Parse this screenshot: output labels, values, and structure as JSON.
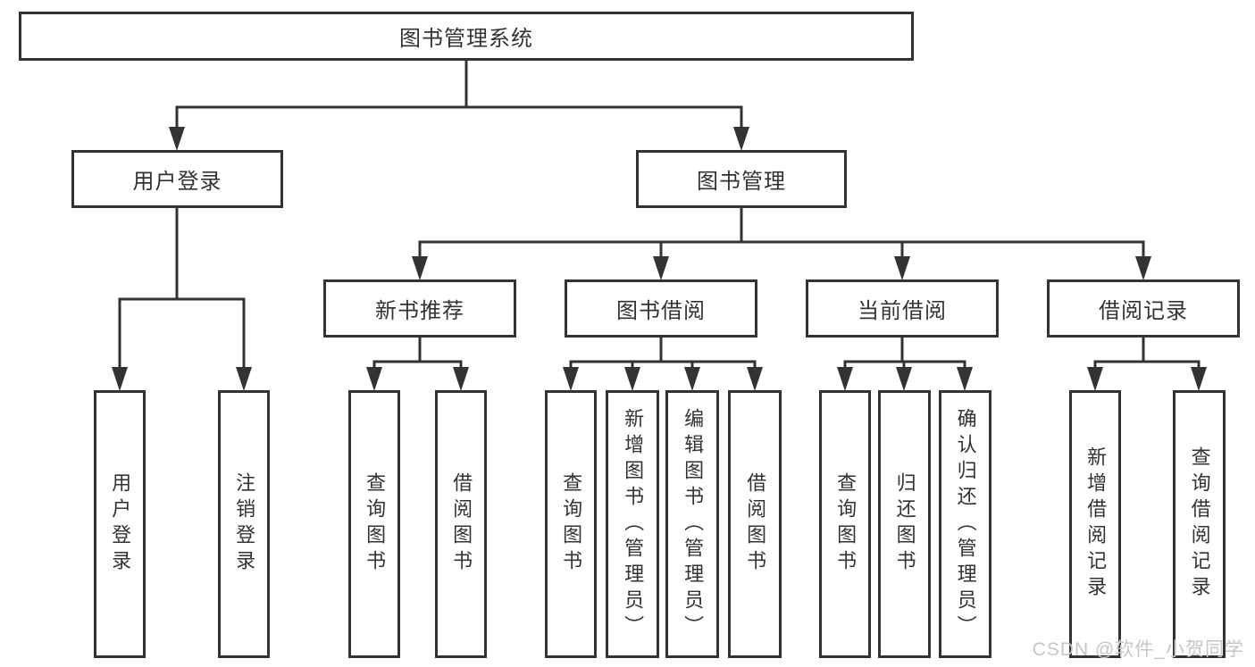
{
  "tree": {
    "root": {
      "label": "图书管理系统"
    },
    "level2": [
      {
        "label": "用户登录"
      },
      {
        "label": "图书管理"
      }
    ],
    "level3": [
      {
        "label": "新书推荐"
      },
      {
        "label": "图书借阅"
      },
      {
        "label": "当前借阅"
      },
      {
        "label": "借阅记录"
      }
    ],
    "leaves": {
      "user_login": [
        {
          "label": "用户登录"
        },
        {
          "label": "注销登录"
        }
      ],
      "new_book_recommend": [
        {
          "label": "查询图书"
        },
        {
          "label": "借阅图书"
        }
      ],
      "book_borrow": [
        {
          "label": "查询图书"
        },
        {
          "label": "新增图书（管理员）"
        },
        {
          "label": "编辑图书（管理员）"
        },
        {
          "label": "借阅图书"
        }
      ],
      "current_borrow": [
        {
          "label": "查询图书"
        },
        {
          "label": "归还图书"
        },
        {
          "label": "确认归还（管理员）"
        }
      ],
      "borrow_records": [
        {
          "label": "新增借阅记录"
        },
        {
          "label": "查询借阅记录"
        }
      ]
    }
  },
  "watermark": "CSDN @软件_小贺同学",
  "colors": {
    "line": "#333333",
    "text": "#333333",
    "watermark": "#c3c6cb",
    "background": "#ffffff"
  }
}
